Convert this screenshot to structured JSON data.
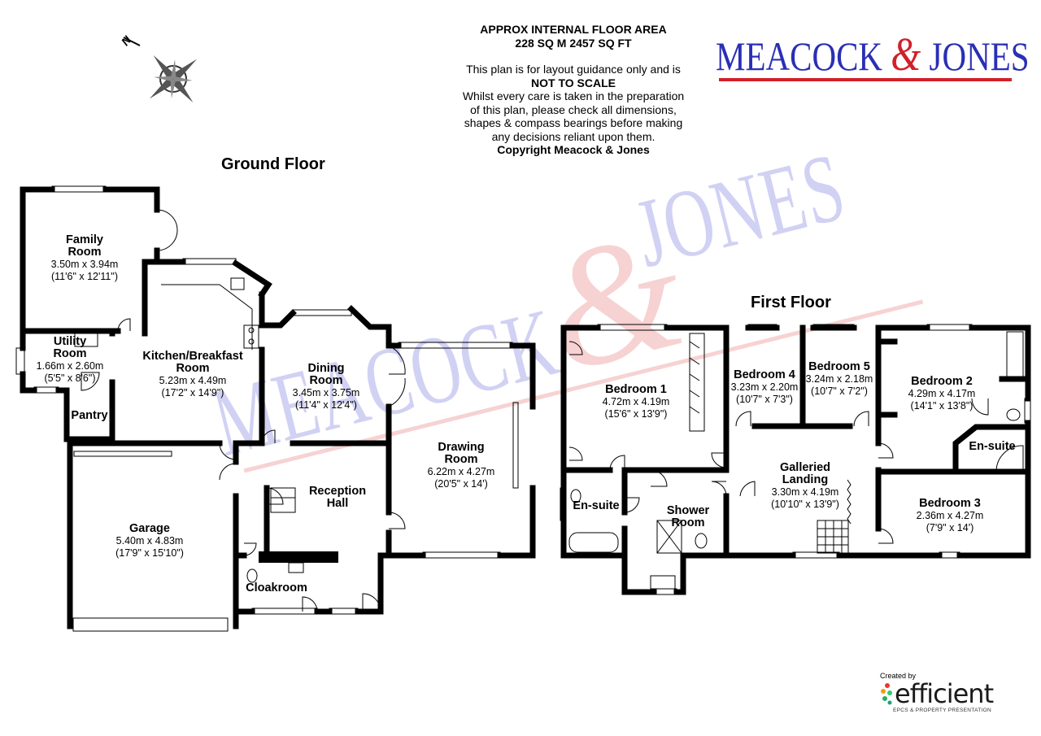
{
  "header": {
    "area_line1": "APPROX INTERNAL FLOOR AREA",
    "area_line2": "228 SQ M 2457 SQ FT",
    "disclaimer_1": "This plan is for layout guidance only and is",
    "disclaimer_2": "NOT TO SCALE",
    "disclaimer_3": "Whilst every care is taken in the preparation",
    "disclaimer_4": "of this plan, please check all dimensions,",
    "disclaimer_5": "shapes & compass bearings before making",
    "disclaimer_6": "any decisions reliant upon them.",
    "copyright": "Copyright Meacock & Jones"
  },
  "logo": {
    "part1": "MEACOCK ",
    "amp": "&",
    "part2": " JONES"
  },
  "watermark": {
    "part1": "MEACOCK",
    "amp": "&",
    "part2": "JONES"
  },
  "compass": {
    "north_label": "N"
  },
  "ground_floor": {
    "title": "Ground Floor",
    "rooms": {
      "family": {
        "name1": "Family",
        "name2": "Room",
        "metric": "3.50m x 3.94m",
        "imperial": "(11'6\" x 12'11\")"
      },
      "utility": {
        "name1": "Utility",
        "name2": "Room",
        "metric": "1.66m x 2.60m",
        "imperial": "(5'5\" x 8'6\")"
      },
      "pantry": {
        "name1": "Pantry"
      },
      "kitchen": {
        "name1": "Kitchen/Breakfast",
        "name2": "Room",
        "metric": "5.23m x 4.49m",
        "imperial": "(17'2\" x 14'9\")"
      },
      "dining": {
        "name1": "Dining",
        "name2": "Room",
        "metric": "3.45m x 3.75m",
        "imperial": "(11'4\" x 12'4\")"
      },
      "drawing": {
        "name1": "Drawing",
        "name2": "Room",
        "metric": "6.22m x 4.27m",
        "imperial": "(20'5\" x 14')"
      },
      "reception": {
        "name1": "Reception",
        "name2": "Hall"
      },
      "garage": {
        "name1": "Garage",
        "metric": "5.40m x 4.83m",
        "imperial": "(17'9\" x 15'10\")"
      },
      "cloakroom": {
        "name1": "Cloakroom"
      }
    }
  },
  "first_floor": {
    "title": "First Floor",
    "rooms": {
      "bedroom1": {
        "name1": "Bedroom 1",
        "metric": "4.72m x 4.19m",
        "imperial": "(15'6\" x 13'9\")"
      },
      "bedroom4": {
        "name1": "Bedroom 4",
        "metric": "3.23m x 2.20m",
        "imperial": "(10'7\" x 7'3\")"
      },
      "bedroom5": {
        "name1": "Bedroom 5",
        "metric": "3.24m x 2.18m",
        "imperial": "(10'7\" x 7'2\")"
      },
      "bedroom2": {
        "name1": "Bedroom 2",
        "metric": "4.29m x 4.17m",
        "imperial": "(14'1\" x 13'8\")"
      },
      "ensuite2": {
        "name1": "En-suite"
      },
      "ensuite1": {
        "name1": "En-suite"
      },
      "shower": {
        "name1": "Shower",
        "name2": "Room"
      },
      "landing": {
        "name1": "Galleried",
        "name2": "Landing",
        "metric": "3.30m x 4.19m",
        "imperial": "(10'10\" x 13'9\")"
      },
      "bedroom3": {
        "name1": "Bedroom 3",
        "metric": "2.36m x 4.27m",
        "imperial": "(7'9\" x 14')"
      }
    }
  },
  "credit": {
    "created_by": "Created by",
    "brand": "efficient",
    "tagline": "EPCS & PROPERTY PRESENTATION"
  },
  "colors": {
    "logo_blue": "#2a2fb5",
    "logo_red": "#d2202a",
    "wall": "#000000",
    "watermark_blue": "#b8b8f0",
    "watermark_red": "#f3b3b3"
  }
}
